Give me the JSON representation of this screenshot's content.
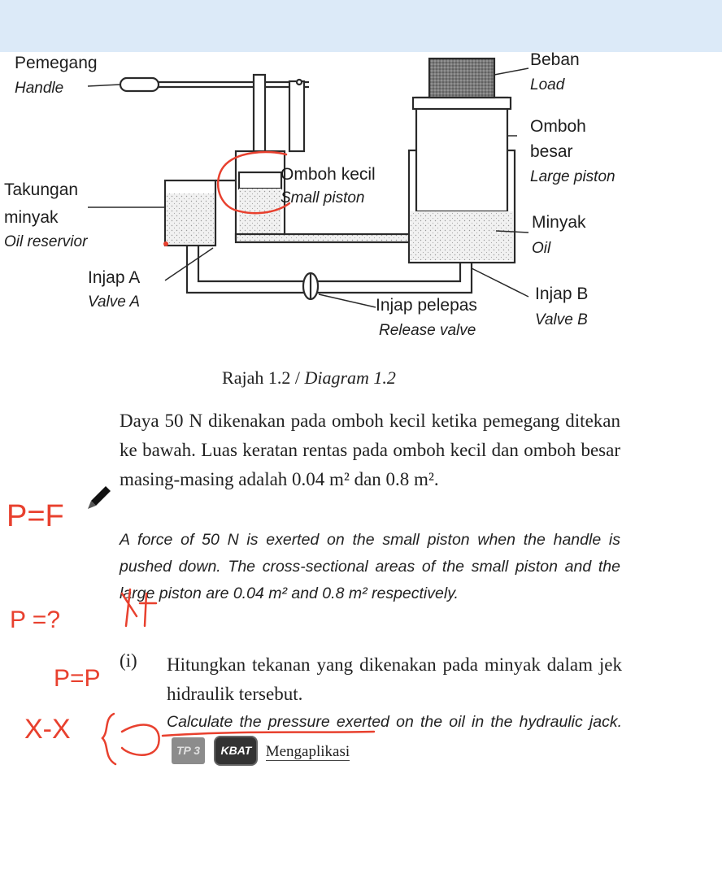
{
  "diagram": {
    "labels": {
      "pemegang": "Pemegang",
      "handle": "Handle",
      "beban": "Beban",
      "load": "Load",
      "omboh": "Omboh",
      "besar": "besar",
      "large_piston": "Large piston",
      "takungan": "Takungan",
      "minyak": "minyak",
      "oil_reservior": "Oil reservior",
      "omboh_kecil": "Omboh kecil",
      "small_piston": "Small piston",
      "minyak2": "Minyak",
      "oil": "Oil",
      "injap_a": "Injap A",
      "valve_a": "Valve A",
      "injap_pelepas": "Injap pelepas",
      "release_valve": "Release valve",
      "injap_b": "Injap B",
      "valve_b": "Valve B"
    },
    "caption_malay": "Rajah 1.2 /",
    "caption_english": "Diagram 1.2"
  },
  "text": {
    "malay_paragraph": "Daya 50 N dikenakan pada omboh kecil ketika pemegang ditekan ke bawah. Luas keratan rentas pada omboh kecil dan omboh besar masing-masing adalah 0.04 m² dan 0.8 m².",
    "english_paragraph": "A force of 50 N is exerted on the small piston when the handle is pushed down. The cross-sectional areas of the small piston and the large piston are 0.04 m² and 0.8 m² respectively.",
    "question_number": "(i)",
    "question_malay": "Hitungkan tekanan yang dikenakan pada minyak dalam jek hidraulik tersebut.",
    "question_english": "Calculate the pressure exerted on the oil in the hydraulic jack.",
    "badge_tp": "TP 3",
    "badge_kbat": "KBAT",
    "skill_label": "Mengaplikasi"
  },
  "annotations": {
    "p_equals_f": "P=F",
    "p_question": "P =?",
    "p_equals_p": "P=P",
    "scribble": "X-X"
  },
  "colors": {
    "topbar": "#dceaf8",
    "ink": "#e8402e",
    "line": "#2a2a2a"
  }
}
